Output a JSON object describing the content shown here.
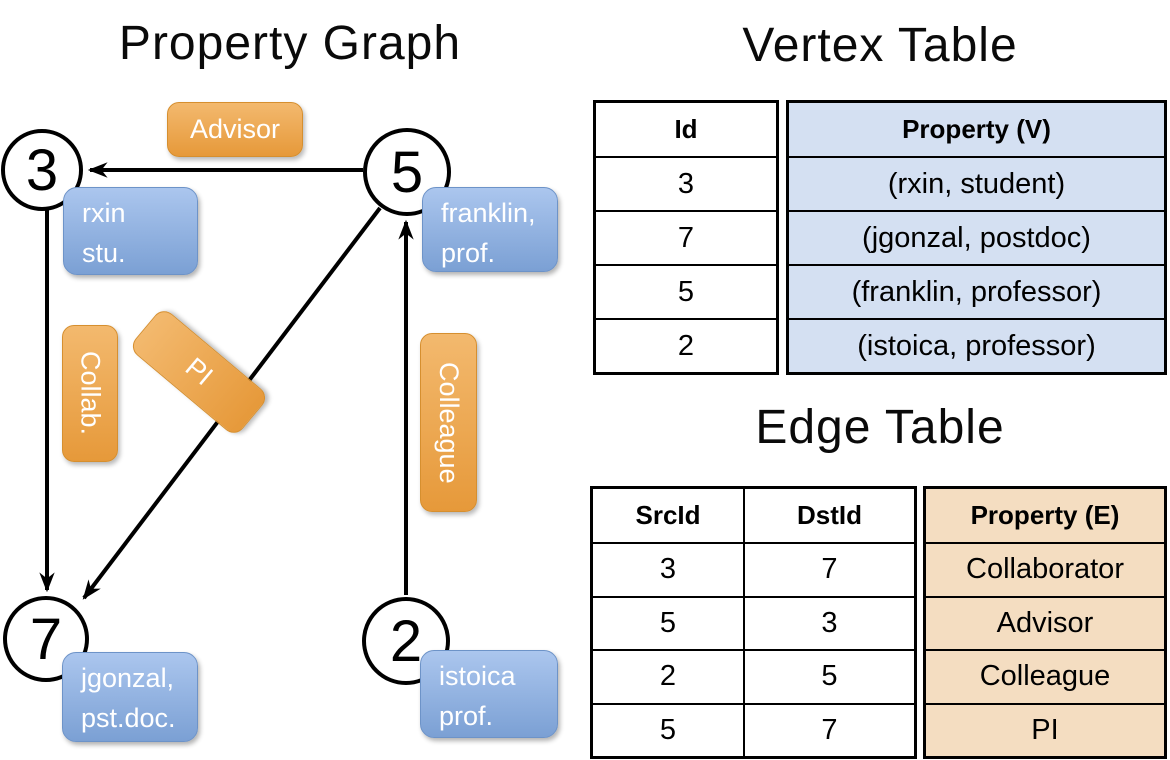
{
  "graph": {
    "title": "Property Graph",
    "nodes": [
      {
        "id": "3",
        "property": "rxin\nstu."
      },
      {
        "id": "5",
        "property": "franklin,\nprof."
      },
      {
        "id": "7",
        "property": "jgonzal,\npst.doc."
      },
      {
        "id": "2",
        "property": "istoica\nprof."
      }
    ],
    "edges": [
      {
        "src": "5",
        "dst": "3",
        "label": "Advisor"
      },
      {
        "src": "3",
        "dst": "7",
        "label": "Collab."
      },
      {
        "src": "5",
        "dst": "7",
        "label": "PI"
      },
      {
        "src": "2",
        "dst": "5",
        "label": "Colleague"
      }
    ]
  },
  "vertex_table": {
    "title": "Vertex Table",
    "columns": [
      "Id",
      "Property (V)"
    ],
    "rows": [
      {
        "id": "3",
        "property": "(rxin, student)"
      },
      {
        "id": "7",
        "property": "(jgonzal, postdoc)"
      },
      {
        "id": "5",
        "property": "(franklin, professor)"
      },
      {
        "id": "2",
        "property": "(istoica, professor)"
      }
    ]
  },
  "edge_table": {
    "title": "Edge Table",
    "columns": [
      "SrcId",
      "DstId",
      "Property (E)"
    ],
    "rows": [
      {
        "src": "3",
        "dst": "7",
        "property": "Collaborator"
      },
      {
        "src": "5",
        "dst": "3",
        "property": "Advisor"
      },
      {
        "src": "2",
        "dst": "5",
        "property": "Colleague"
      },
      {
        "src": "5",
        "dst": "7",
        "property": "PI"
      }
    ]
  },
  "colors": {
    "edge_label_orange": "#ECA64C",
    "vertex_label_blue": "#8FB0DF",
    "vertex_property_fill": "#D4E0F2",
    "edge_property_fill": "#F4DDC1",
    "line_black": "#000000"
  }
}
